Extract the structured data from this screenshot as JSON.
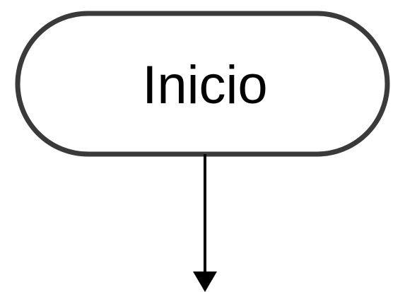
{
  "diagram": {
    "start_node": {
      "label": "Inicio",
      "shape": "terminator"
    },
    "connector": {
      "direction": "down"
    }
  },
  "colors": {
    "node_border": "#3a3a3a",
    "node_fill": "#ffffff",
    "text": "#000000",
    "arrow": "#000000"
  }
}
